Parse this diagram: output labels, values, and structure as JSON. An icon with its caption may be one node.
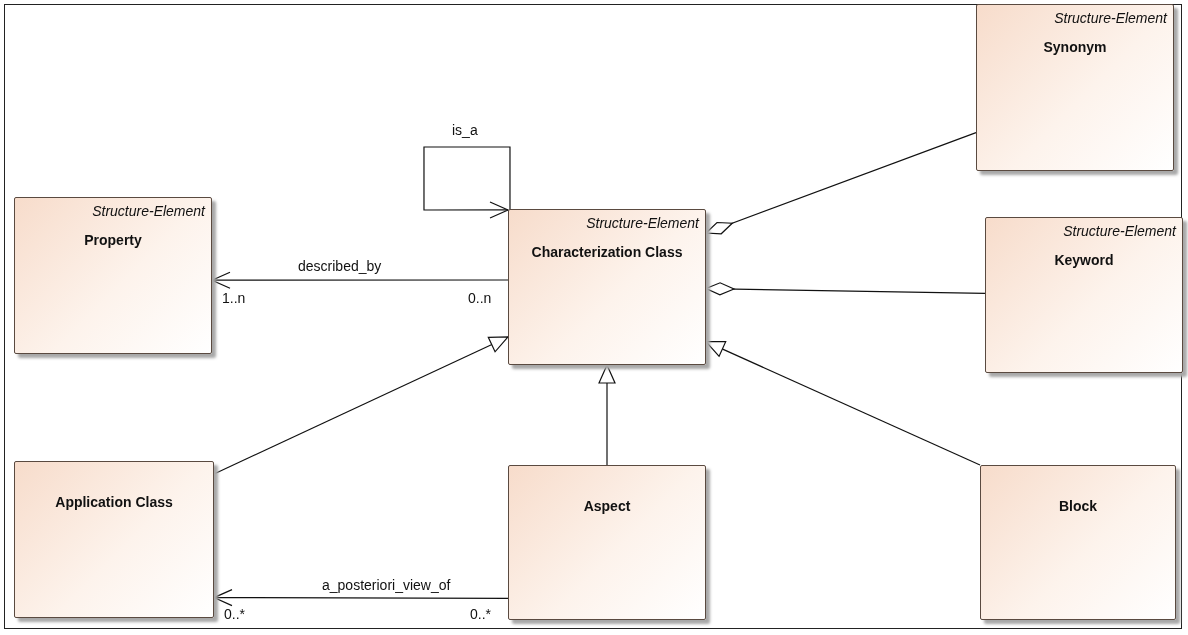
{
  "diagram": {
    "nodes": [
      {
        "text": [
          "Structure-Element",
          "Property"
        ]
      },
      {
        "text": [
          "Structure-Element",
          "Characterization Class"
        ]
      },
      {
        "text": [
          "Structure-Element",
          "Synonym"
        ]
      },
      {
        "text": [
          "Structure-Element",
          "Keyword"
        ]
      },
      {
        "text": [
          "Application Class"
        ]
      },
      {
        "text": [
          "Aspect"
        ]
      },
      {
        "text": [
          "Block"
        ]
      }
    ],
    "edges": [
      {
        "from": 1,
        "to": 1,
        "arrow": "to",
        "label": "is_a"
      },
      {
        "from": 1,
        "to": 0,
        "arrow": "to",
        "label": "described_by"
      },
      {
        "from": 2,
        "to": 1,
        "arrow": "other"
      },
      {
        "from": 3,
        "to": 1,
        "arrow": "other"
      },
      {
        "from": 4,
        "to": 1,
        "arrow": "to"
      },
      {
        "from": 5,
        "to": 1,
        "arrow": "to"
      },
      {
        "from": 6,
        "to": 1,
        "arrow": "to"
      },
      {
        "from": 5,
        "to": 4,
        "arrow": "to",
        "label": "a_posteriori_view_of"
      }
    ],
    "labels": [
      "1..n",
      "0..n",
      "0..*",
      "0..*"
    ]
  }
}
